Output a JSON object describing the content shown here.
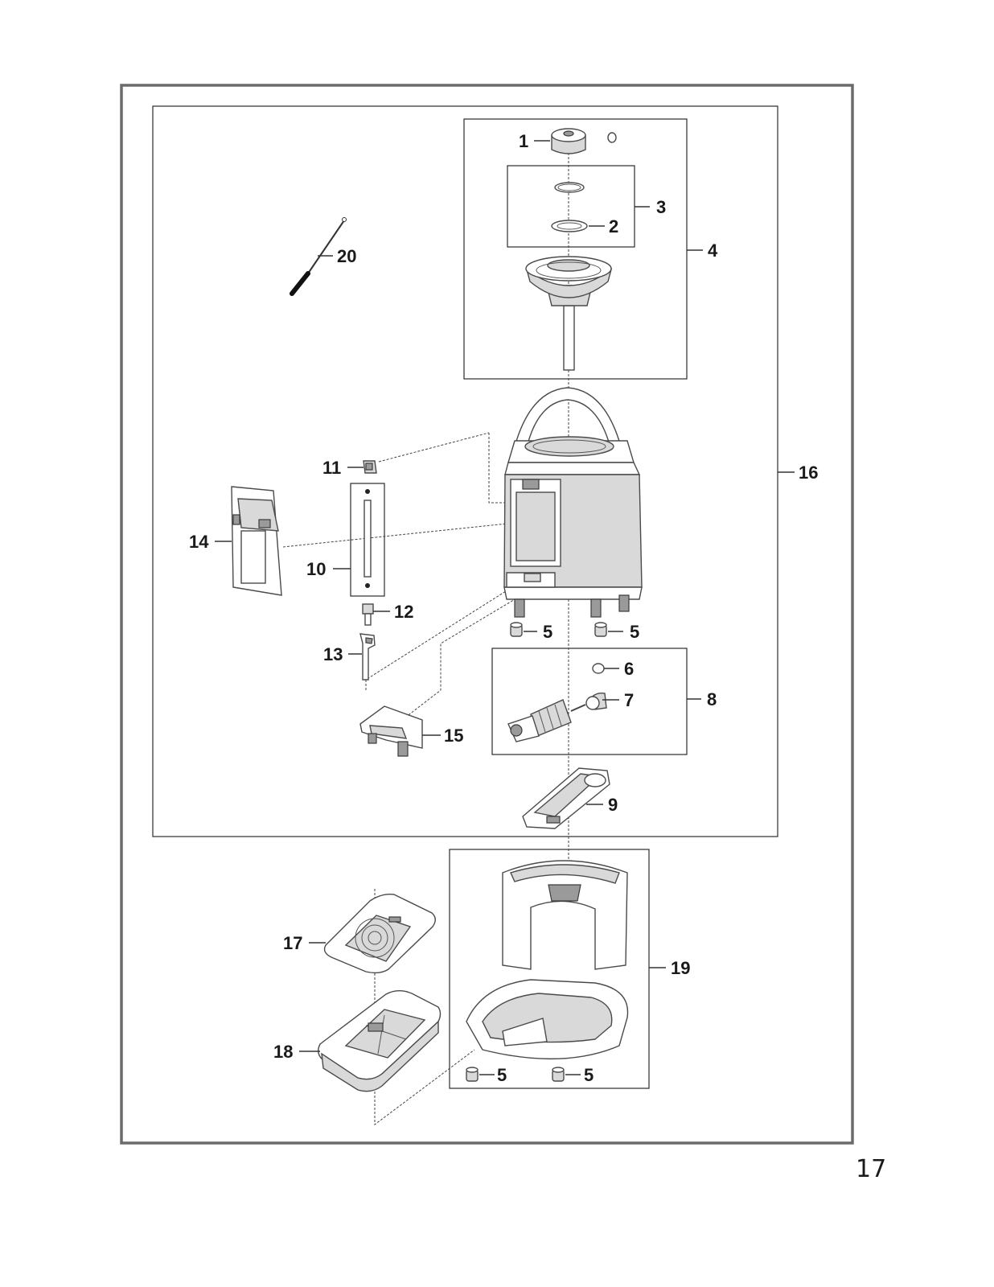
{
  "page_number": "17",
  "callouts": {
    "c1": "1",
    "c2": "2",
    "c3": "3",
    "c4": "4",
    "c5a": "5",
    "c5b": "5",
    "c5c": "5",
    "c5d": "5",
    "c6": "6",
    "c7": "7",
    "c8": "8",
    "c9": "9",
    "c10": "10",
    "c11": "11",
    "c12": "12",
    "c13": "13",
    "c14": "14",
    "c15": "15",
    "c16": "16",
    "c17": "17",
    "c18": "18",
    "c19": "19",
    "c20": "20"
  }
}
